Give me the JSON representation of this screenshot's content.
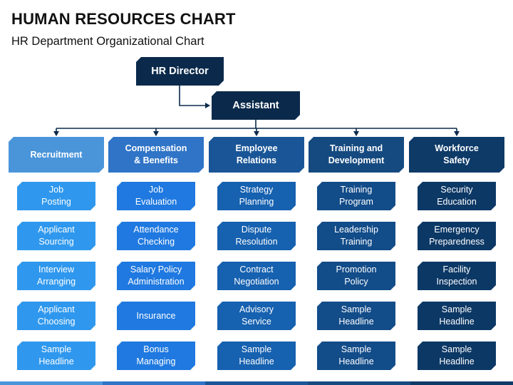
{
  "title": "HUMAN RESOURCES CHART",
  "subtitle": "HR Department Organizational Chart",
  "director": "HR Director",
  "assistant": "Assistant",
  "colors": {
    "top": "#0b2a4b",
    "connector": "#0b2a4b",
    "columns": [
      {
        "head": "#4a95da",
        "item": "#2f98ee"
      },
      {
        "head": "#2f74c7",
        "item": "#1f79e0"
      },
      {
        "head": "#1a5697",
        "item": "#1661b0"
      },
      {
        "head": "#154a80",
        "item": "#124c89"
      },
      {
        "head": "#0e3a68",
        "item": "#0c3866"
      }
    ]
  },
  "columns": [
    {
      "head": "Recruitment",
      "items": [
        "Job\nPosting",
        "Applicant\nSourcing",
        "Interview\nArranging",
        "Applicant\nChoosing",
        "Sample\nHeadline"
      ]
    },
    {
      "head": "Compensation\n& Benefits",
      "items": [
        "Job\nEvaluation",
        "Attendance\nChecking",
        "Salary Policy\nAdministration",
        "Insurance",
        "Bonus\nManaging"
      ]
    },
    {
      "head": "Employee\nRelations",
      "items": [
        "Strategy\nPlanning",
        "Dispute\nResolution",
        "Contract\nNegotiation",
        "Advisory\nService",
        "Sample\nHeadline"
      ]
    },
    {
      "head": "Training and\nDevelopment",
      "items": [
        "Training\nProgram",
        "Leadership\nTraining",
        "Promotion\nPolicy",
        "Sample\nHeadline",
        "Sample\nHeadline"
      ]
    },
    {
      "head": "Workforce\nSafety",
      "items": [
        "Security\nEducation",
        "Emergency\nPreparedness",
        "Facility\nInspection",
        "Sample\nHeadline",
        "Sample\nHeadline"
      ]
    }
  ]
}
